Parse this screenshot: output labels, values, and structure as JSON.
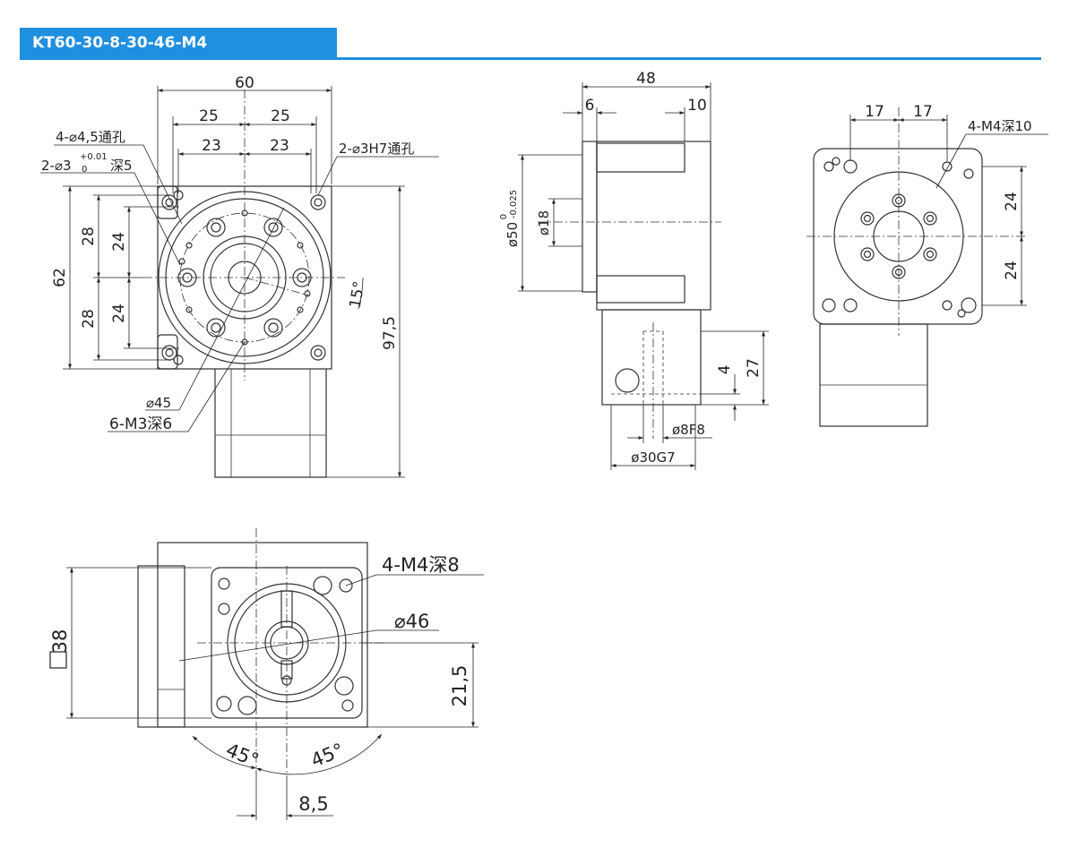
{
  "title": "KT60-30-8-30-46-M4",
  "colors": {
    "banner": "#1f8fe0",
    "line": "#333333"
  },
  "front_view": {
    "width_60": "60",
    "pitch_25_left": "25",
    "pitch_25_right": "25",
    "pitch_23_left": "23",
    "pitch_23_right": "23",
    "thru_holes": "4-⌀4,5通孔",
    "pin_holes_prefix": "2-⌀3",
    "pin_tol_upper": "+0.01",
    "pin_tol_lower": "0",
    "pin_holes_depth": "深5",
    "pin_holes_h7": "2-⌀3H7通孔",
    "height_62": "62",
    "half_28_top": "28",
    "half_28_bottom": "28",
    "half_24_top": "24",
    "half_24_bottom": "24",
    "angle_15": "15°",
    "total_97_5": "97,5",
    "pcd_45": "⌀45",
    "tapped_holes": "6-M3深6"
  },
  "side_view": {
    "length_48": "48",
    "flange_6": "6",
    "hub_10": "10",
    "dia_50": "ø50",
    "dia_50_tol_upper": "0",
    "dia_50_tol_lower": "-0.025",
    "dia_18": "ø18",
    "shaft_27": "27",
    "shaft_4": "4",
    "bore_8f8": "ø8F8",
    "spigot_30g7": "ø30G7"
  },
  "rear_view": {
    "pitch_17_left": "17",
    "pitch_17_right": "17",
    "tapped_holes": "4-M4深10",
    "pitch_24_top": "24",
    "pitch_24_bottom": "24"
  },
  "motor_view": {
    "square_38": "38",
    "tapped_holes": "4-M4深8",
    "dia_46": "⌀46",
    "height_21_5": "21,5",
    "angle_left": "45°",
    "angle_right": "45°",
    "offset_8_5": "8,5"
  }
}
